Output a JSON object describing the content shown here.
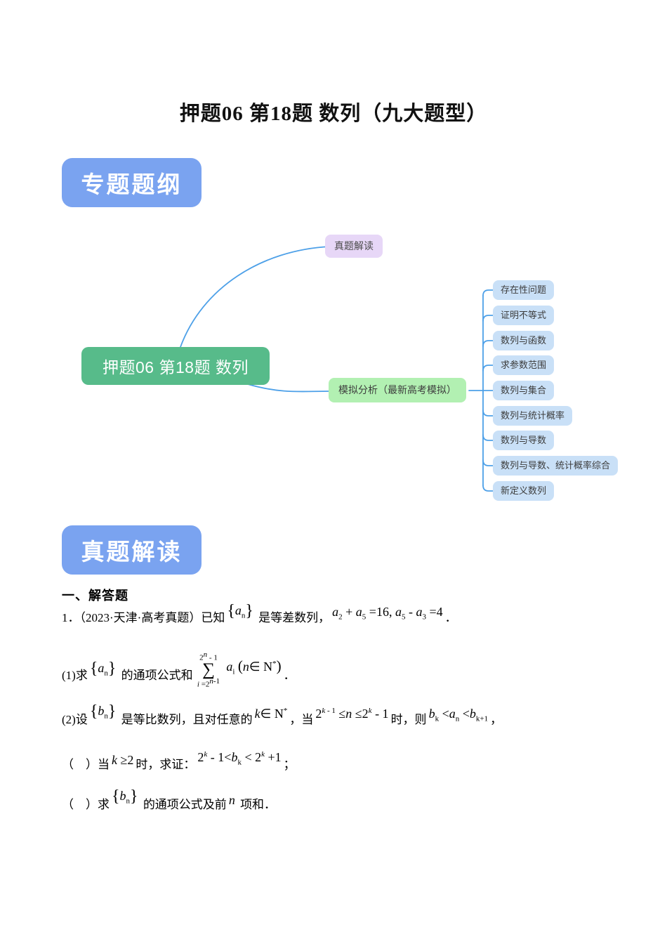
{
  "page_title": "押题06 第18题 数列（九大题型）",
  "colors": {
    "badge_blue": "#7AA3F0",
    "claw_yellow": "#FBCC11",
    "root_green": "#57BB8A",
    "branch_green": "#B2F0B2",
    "branch_purple": "#E7D7F7",
    "leaf_blue": "#C9E0F7",
    "connector_blue": "#4DA0E8"
  },
  "badges": {
    "outline_label": "专题题纲",
    "real_label": "真题解读"
  },
  "mindmap": {
    "root": "押题06 第18题 数列",
    "top_branch": "真题解读",
    "bottom_branch": "模拟分析（最新高考模拟）",
    "leaves": [
      "存在性问题",
      "证明不等式",
      "数列与函数",
      "求参数范围",
      "数列与集合",
      "数列与统计概率",
      "数列与导数",
      "数列与导数、统计概率综合",
      "新定义数列"
    ]
  },
  "section_heading": "一、解答题",
  "problem": {
    "p1": "1．（2023·天津·高考真题）已知<span class='m up10'><span class='br'>{</span><i>a</i><sub>n</sub><span class='br'>}</span></span> 是等差数列，<span class='m up8'><i>a</i><sub>2</sub> + <i>a</i><sub>5</sub> =16, <i>a</i><sub>5</sub> - <i>a</i><sub>3</sub> =4</span>．",
    "p2_lead": "(1)求<span class='m up10'><span class='br'>{</span><i>a</i><sub>n</sub><span class='br'>}</span></span> 的通项公式和",
    "p2_sum_upper": "2<sup><i>n</i></sup> - 1",
    "p2_sum_sigma": "∑",
    "p2_sum_lower": "<i>i</i> =2<sup><i>n</i>-1</sup>",
    "p2_tail": "<span class='m up12'><i>a</i><sub>i</sub> <span class='bp'>(</span><i>n</i>∈ N<sup>*</sup><span class='bp'>)</span></span>．",
    "p3": "(2)设<span class='m up12'><span class='br'>{</span><i>b</i><sub>n</sub><span class='br'>}</span></span> 是等比数列，且对任意的<span class='m up8'><i>k</i>∈ N<sup>*</sup></span>，当<span class='m up8'>2<sup><i>k</i> - 1</sup> ≤<i>n</i> ≤2<sup><i>k</i></sup> - 1</span>时，则<span class='m up8'><i>b</i><sub>k</sub> &lt;<i>a</i><sub>n</sub> &lt;<i>b</i><sub>k+1</sub></span>，",
    "p4": "（　）当<span class='m up6'><i>k</i> ≥2</span>时，求证：<span class='m up10'>2<sup><i>k</i></sup> - 1&lt;<i>b</i><sub>k</sub> &lt; 2<sup><i>k</i></sup> +1</span>；",
    "p5": "（　）求<span class='m up12'><span class='br'>{</span><i>b</i><sub>n</sub><span class='br'>}</span></span> 的通项公式及前<span class='m up6'><i>n</i></span> 项和．"
  }
}
